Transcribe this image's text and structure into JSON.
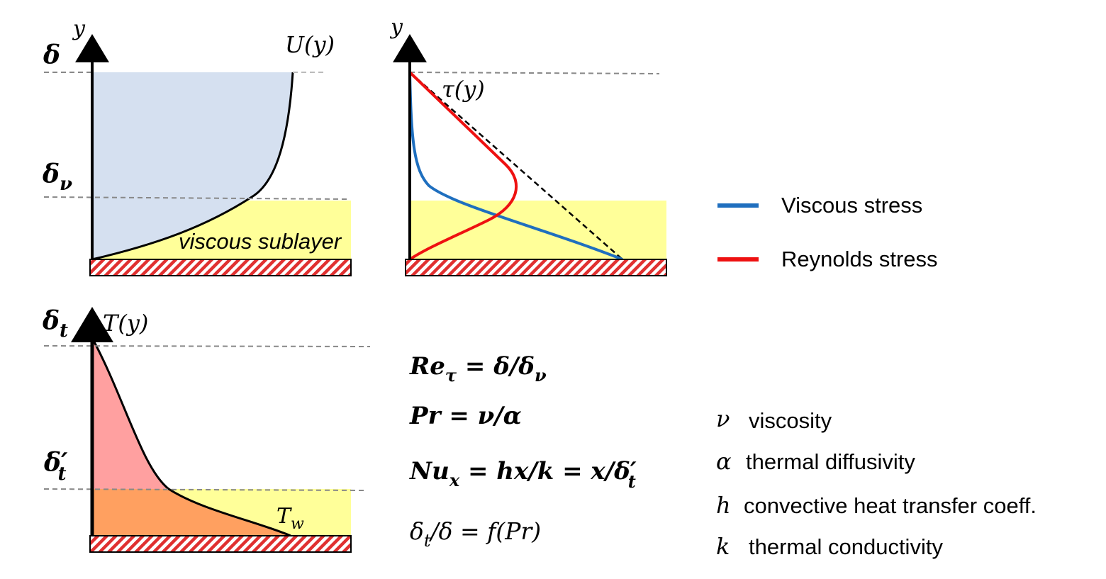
{
  "colors": {
    "velocity_fill": "#d5e0f0",
    "sublayer_fill": "#ffff99",
    "temp_upper_fill": "#ffa0a0",
    "temp_lower_fill": "#ffa060",
    "wall_hatch": "#e03030",
    "viscous_stress": "#1f6fbf",
    "reynolds_stress": "#ee1111",
    "guide_line": "#888888"
  },
  "panel_velocity": {
    "y_axis": "y",
    "delta": "δ",
    "delta_nu": "δ",
    "delta_nu_sub": "ν",
    "curve": "U(y)",
    "sublayer": "viscous sublayer"
  },
  "panel_stress": {
    "y_axis": "y",
    "curve": "τ(y)"
  },
  "legend": {
    "items": [
      {
        "label": "Viscous stress",
        "color": "#1f6fbf"
      },
      {
        "label": "Reynolds stress",
        "color": "#ee1111"
      }
    ]
  },
  "panel_temperature": {
    "delta_t": "δ",
    "delta_t_sub": "t",
    "delta_t_prime": "δ′",
    "delta_t_prime_sub": "t",
    "curve": "T(y)",
    "wall_temp": "T",
    "wall_temp_sub": "w"
  },
  "equations": {
    "re_lhs": "Re",
    "re_sub": "τ",
    "re_rhs": " = δ/δ",
    "re_rhs_sub": "ν",
    "pr": "Pr = ν/α",
    "nu_lhs": "Nu",
    "nu_sub": "x",
    "nu_rhs": " = hx/k  = x/δ′",
    "nu_rhs_sub": "t",
    "ratio_a": "δ",
    "ratio_a_sub": "t",
    "ratio_b": "/δ = f(Pr)"
  },
  "glossary": {
    "items": [
      {
        "symbol": "ν",
        "text": "viscosity"
      },
      {
        "symbol": "α",
        "text": "thermal diffusivity"
      },
      {
        "symbol": "h",
        "text": "convective heat transfer coeff."
      },
      {
        "symbol": "k",
        "text": "thermal conductivity"
      }
    ]
  }
}
